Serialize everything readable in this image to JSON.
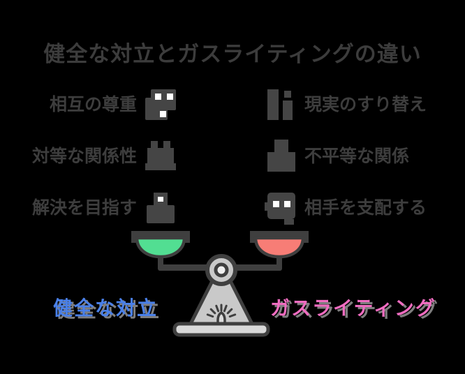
{
  "page": {
    "background": "#000000"
  },
  "title": "健全な対立とガスライティングの違い",
  "left_column": {
    "label": "健全な対立",
    "label_color": "#4a80e8",
    "items": [
      {
        "text": "相互の尊重",
        "icon": "overlapping-squares-icon"
      },
      {
        "text": "対等な関係性",
        "icon": "crown-blocks-icon"
      },
      {
        "text": "解決を目指す",
        "icon": "lock-icon"
      }
    ]
  },
  "right_column": {
    "label": "ガスライティング",
    "label_color": "#ef6cc0",
    "items": [
      {
        "text": "現実のすり替え",
        "icon": "bars-panel-icon"
      },
      {
        "text": "不平等な関係",
        "icon": "person-icon"
      },
      {
        "text": "相手を支配する",
        "icon": "mask-face-icon"
      }
    ]
  },
  "scale": {
    "left_pan_color": "#52de92",
    "right_pan_color": "#f77d76",
    "frame_color": "#3f3f3f",
    "body_color": "#c9c9c9",
    "base_color": "#d9d9d9"
  }
}
